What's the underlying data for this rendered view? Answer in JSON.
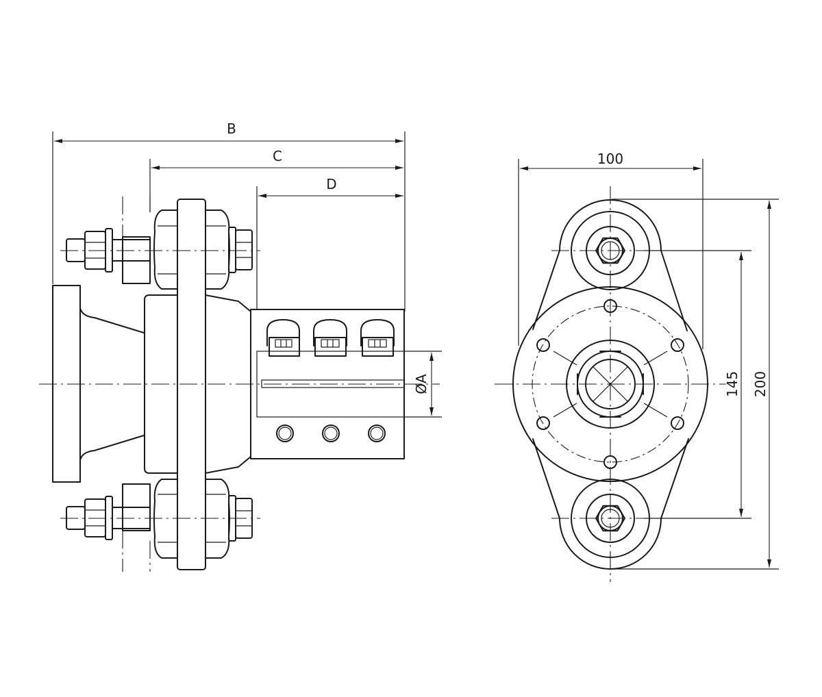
{
  "dimensions": {
    "b": "B",
    "c": "C",
    "d": "D",
    "bore": "ØA",
    "width": "100",
    "hole_spacing": "145",
    "height": "200"
  },
  "colors": {
    "line": "#1a1a1a",
    "background": "#ffffff"
  }
}
